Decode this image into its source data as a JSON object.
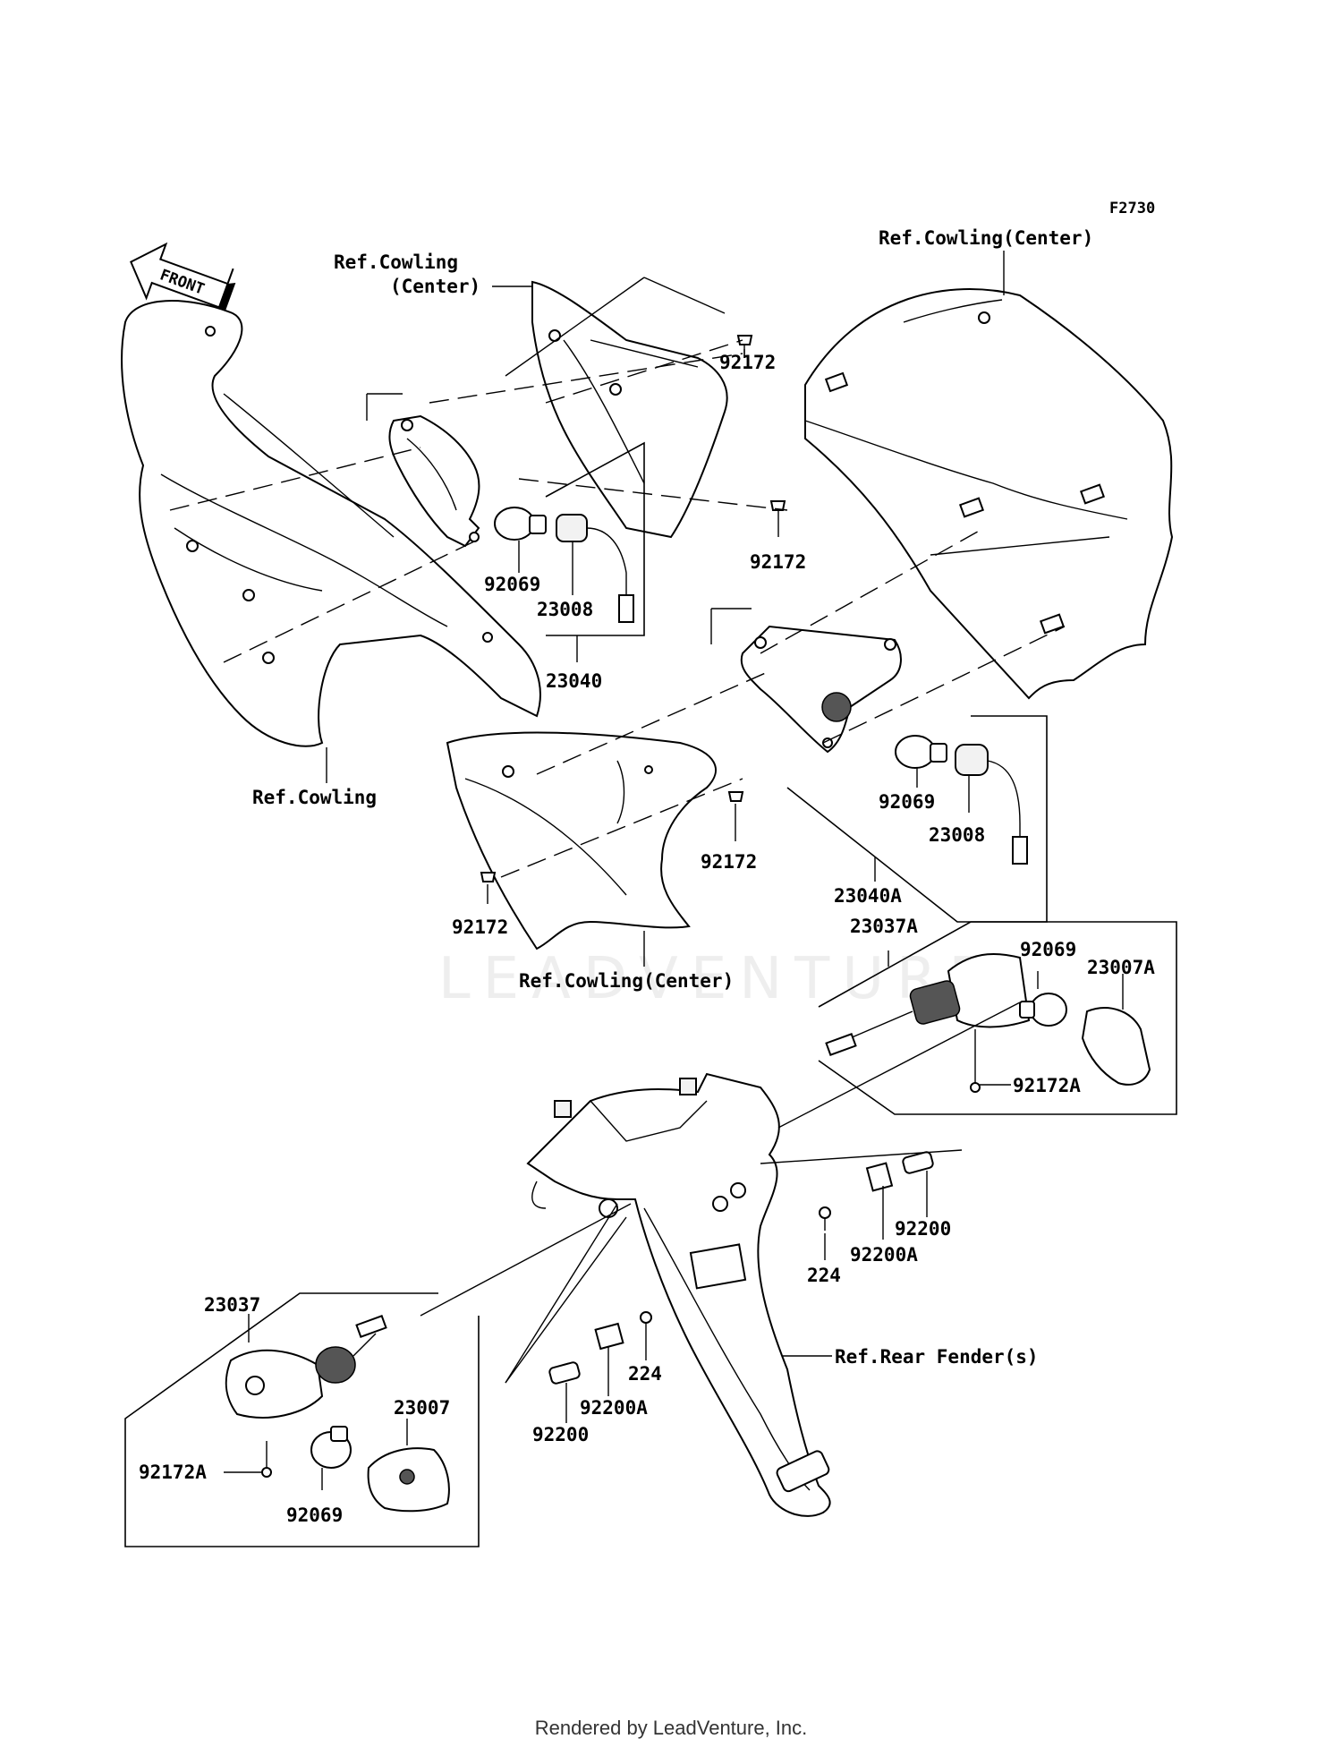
{
  "diagram": {
    "code": "F2730",
    "front_arrow": "FRONT",
    "watermark": "LEADVENTURE",
    "labels": {
      "ref_cowling_center_top_l1": "Ref.Cowling",
      "ref_cowling_center_top_l2": "(Center)",
      "ref_cowling_center_right": "Ref.Cowling(Center)",
      "ref_cowling": "Ref.Cowling",
      "ref_cowling_center_bottom": "Ref.Cowling(Center)",
      "ref_rear_fender": "Ref.Rear Fender(s)",
      "p92172_a": "92172",
      "p92172_b": "92172",
      "p92172_c": "92172",
      "p92172_d": "92172",
      "p92069_a": "92069",
      "p92069_b": "92069",
      "p92069_c": "92069",
      "p92069_d": "92069",
      "p23008_a": "23008",
      "p23008_b": "23008",
      "p23040": "23040",
      "p23040A": "23040A",
      "p23037A": "23037A",
      "p23007A": "23007A",
      "p92172A_a": "92172A",
      "p92172A_b": "92172A",
      "p92200_a": "92200",
      "p92200A_a": "92200A",
      "p224_a": "224",
      "p224_b": "224",
      "p92200A_b": "92200A",
      "p92200_b": "92200",
      "p23037": "23037",
      "p23007": "23007"
    }
  },
  "footer": "Rendered by LeadVenture, Inc."
}
